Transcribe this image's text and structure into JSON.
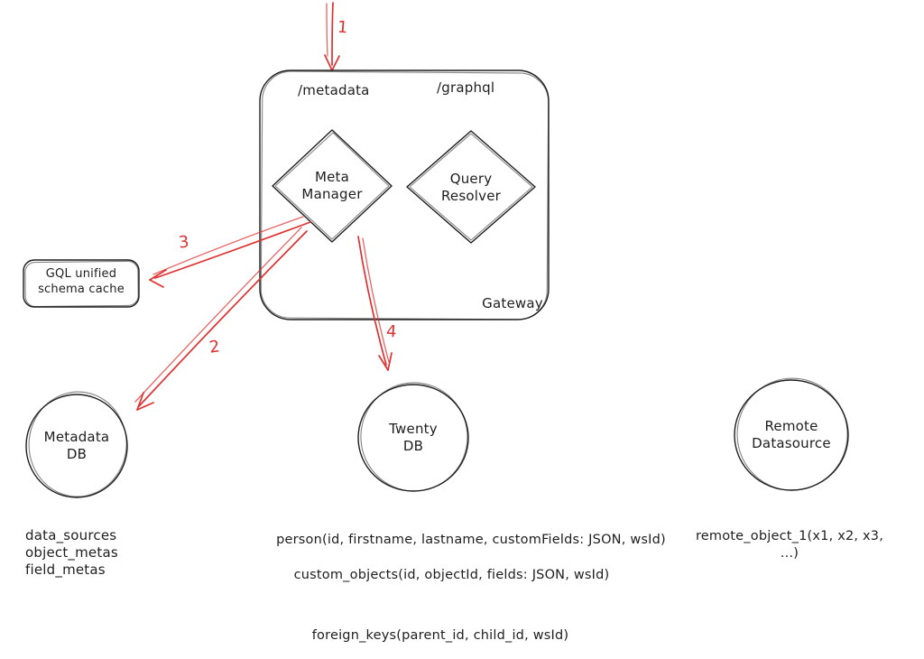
{
  "colors": {
    "ink": "#1e1e1e",
    "red": "#e03131"
  },
  "steps": {
    "s1": "1",
    "s2": "2",
    "s3": "3",
    "s4": "4"
  },
  "gateway": {
    "label": "Gateway",
    "route_metadata": "/metadata",
    "route_graphql": "/graphql",
    "meta_manager": "Meta\nManager",
    "query_resolver": "Query\nResolver"
  },
  "cache": {
    "label": "GQL unified\nschema cache"
  },
  "metadata_db": {
    "label": "Metadata\nDB",
    "tables": "data_sources\nobject_metas\nfield_metas"
  },
  "twenty_db": {
    "label": "Twenty\nDB",
    "table_person": "person(id, firstname, lastname, customFields: JSON, wsId)",
    "table_custom_objects": "custom_objects(id, objectId, fields: JSON, wsId)",
    "table_foreign_keys": "foreign_keys(parent_id, child_id, wsId)"
  },
  "remote_datasource": {
    "label": "Remote\nDatasource",
    "table_remote_object": "remote_object_1(x1, x2, x3, ...)"
  }
}
